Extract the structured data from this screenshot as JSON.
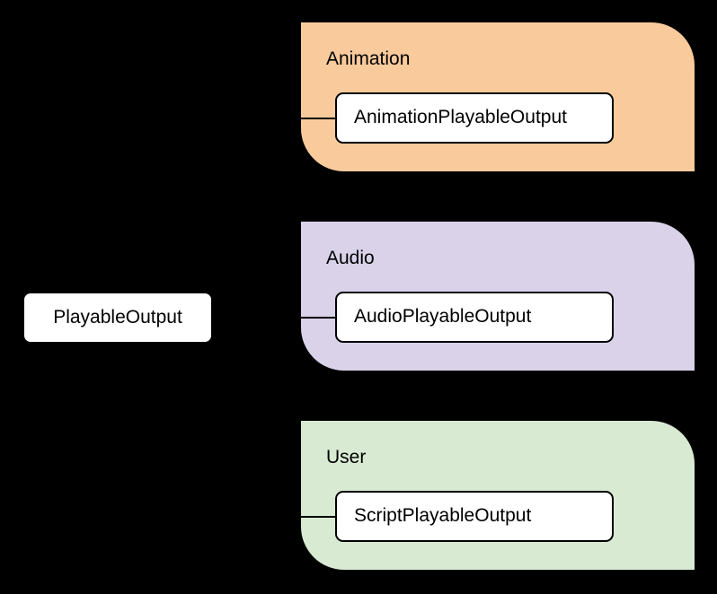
{
  "canvas": {
    "background": "#000000"
  },
  "styles": {
    "node_fill": "#FFFFFF",
    "node_border": "#000000",
    "text_color": "#000000",
    "line_color": "#000000"
  },
  "root_node": {
    "label": "PlayableOutput"
  },
  "groups": [
    {
      "id": "animation",
      "label": "Animation",
      "fill": "#F9CB9C",
      "child": {
        "label": "AnimationPlayableOutput"
      }
    },
    {
      "id": "audio",
      "label": "Audio",
      "fill": "#D9D2E9",
      "child": {
        "label": "AudioPlayableOutput"
      }
    },
    {
      "id": "user",
      "label": "User",
      "fill": "#D9EAD3",
      "child": {
        "label": "ScriptPlayableOutput"
      }
    }
  ],
  "connections": [
    {
      "from": "PlayableOutput",
      "to": "AnimationPlayableOutput"
    },
    {
      "from": "PlayableOutput",
      "to": "AudioPlayableOutput"
    },
    {
      "from": "PlayableOutput",
      "to": "ScriptPlayableOutput"
    }
  ]
}
